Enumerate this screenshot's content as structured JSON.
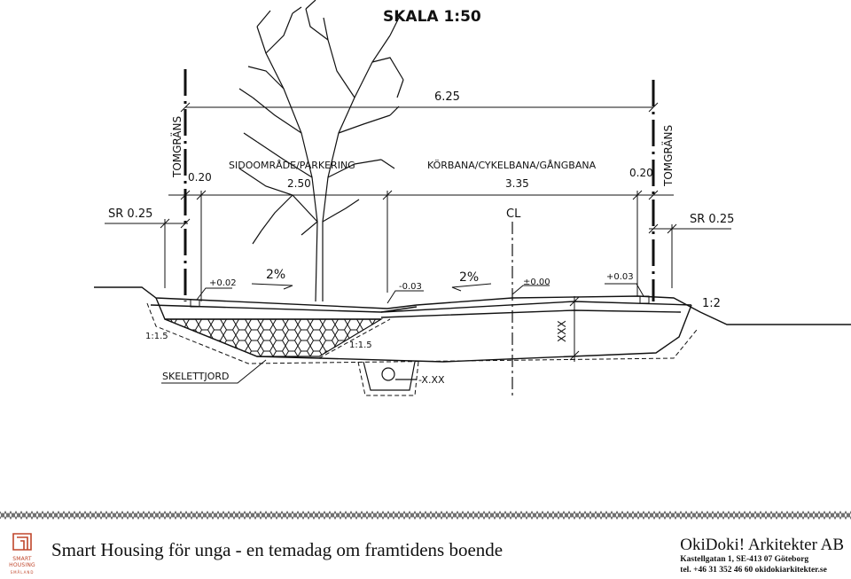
{
  "drawing": {
    "scale": "SKALA 1:50",
    "total_width": "6.25",
    "left_plot_label": "TOMGRÄNS",
    "right_plot_label": "TOMGRÄNS",
    "left_zone_label": "SIDOOMRÅDE/PARKERING",
    "left_zone_width": "2.50",
    "right_zone_label": "KÖRBANA/CYKELBANA/GÅNGBANA",
    "right_zone_width": "3.35",
    "left_margin_width": "0.20",
    "right_margin_width": "0.20",
    "left_sr": "SR 0.25",
    "right_sr": "SR 0.25",
    "centerline": "CL",
    "left_slope": "2%",
    "right_slope": "2%",
    "left_level": "+0.02",
    "mid_level": "-0.03",
    "center_level": "±0.00",
    "right_level": "+0.03",
    "right_embankment": "1:2",
    "left_embankment": "1:1.5",
    "inner_embankment": "1:1.5",
    "depth": "XXX",
    "pipe_level": "-X.XX",
    "soil_label": "SKELETTJORD"
  },
  "footer": {
    "logo_line1": "SMART",
    "logo_line2": "HOUSING",
    "logo_line3": "SMÅLAND",
    "event_title": "Smart Housing för unga - en temadag om framtidens boende",
    "office_name": "OkiDoki! Arkitekter AB",
    "office_address": "Kastellgatan 1, SE-413 07  Göteborg",
    "office_contact": "tel. +46 31 352 46 60  okidokiarkitekter.se"
  },
  "colors": {
    "line": "#111111",
    "brand": "#c0462b"
  }
}
